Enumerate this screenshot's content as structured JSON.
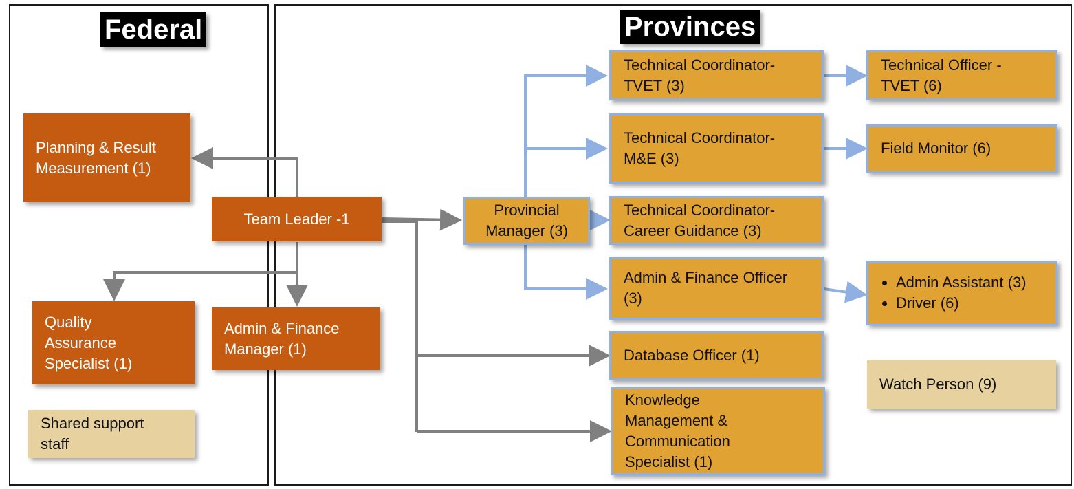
{
  "headings": {
    "federal": "Federal",
    "provinces": "Provinces"
  },
  "federal": {
    "planning": "Planning & Result Measurement (1)",
    "team_leader": "Team Leader -1",
    "quality": "Quality Assurance Specialist (1)",
    "admin_finance_manager": "Admin & Finance Manager (1)",
    "shared_support": "Shared support staff"
  },
  "provinces": {
    "provincial_manager": "Provincial Manager (3)",
    "tc_tvet": "Technical Coordinator- TVET (3)",
    "tc_me": "Technical Coordinator- M&E (3)",
    "tc_career": "Technical Coordinator- Career Guidance (3)",
    "admin_finance_officer": "Admin & Finance Officer (3)",
    "database_officer": "Database Officer (1)",
    "knowledge_mgmt": "Knowledge Management & Communication Specialist (1)",
    "technical_officer": "Technical Officer - TVET (6)",
    "field_monitor": "Field Monitor (6)",
    "admin_assistant": "Admin Assistant (3)",
    "driver": "Driver (6)",
    "watch_person": "Watch Person (9)"
  },
  "colors": {
    "federal_box": "#c55a11",
    "province_box": "#e0a232",
    "support_box": "#e6d19f",
    "grey_connector": "#808080",
    "blue_connector": "#8fb0e0"
  }
}
